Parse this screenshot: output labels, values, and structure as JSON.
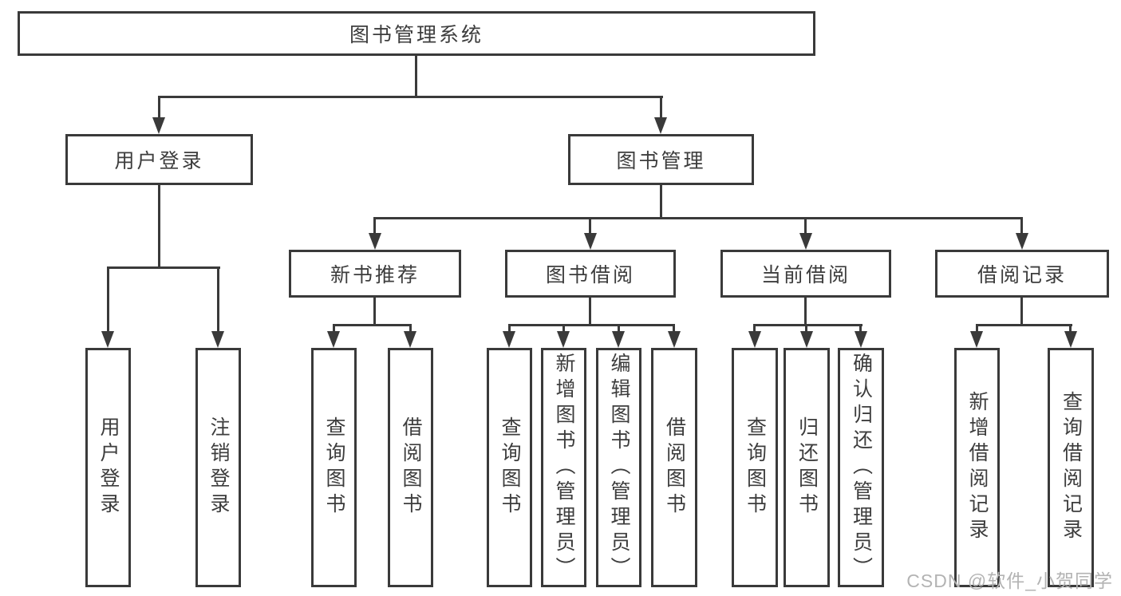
{
  "colors": {
    "line": "#3a3a3a",
    "text": "#3d3d3d",
    "background": "#ffffff",
    "watermark_text_color": "#b3b3b3"
  },
  "tree": {
    "label": "图书管理系统",
    "children": [
      {
        "label": "用户登录",
        "children": [
          {
            "label": "用户登录"
          },
          {
            "label": "注销登录"
          }
        ]
      },
      {
        "label": "图书管理",
        "children": [
          {
            "label": "新书推荐",
            "children": [
              {
                "label": "查询图书"
              },
              {
                "label": "借阅图书"
              }
            ]
          },
          {
            "label": "图书借阅",
            "children": [
              {
                "label": "查询图书"
              },
              {
                "label": "新增图书（管理员）"
              },
              {
                "label": "编辑图书（管理员）"
              },
              {
                "label": "借阅图书"
              }
            ]
          },
          {
            "label": "当前借阅",
            "children": [
              {
                "label": "查询图书"
              },
              {
                "label": "归还图书"
              },
              {
                "label": "确认归还（管理员）"
              }
            ]
          },
          {
            "label": "借阅记录",
            "children": [
              {
                "label": "新增借阅记录"
              },
              {
                "label": "查询借阅记录"
              }
            ]
          }
        ]
      }
    ]
  },
  "watermark": {
    "text": "CSDN @软件_小贺同学"
  }
}
